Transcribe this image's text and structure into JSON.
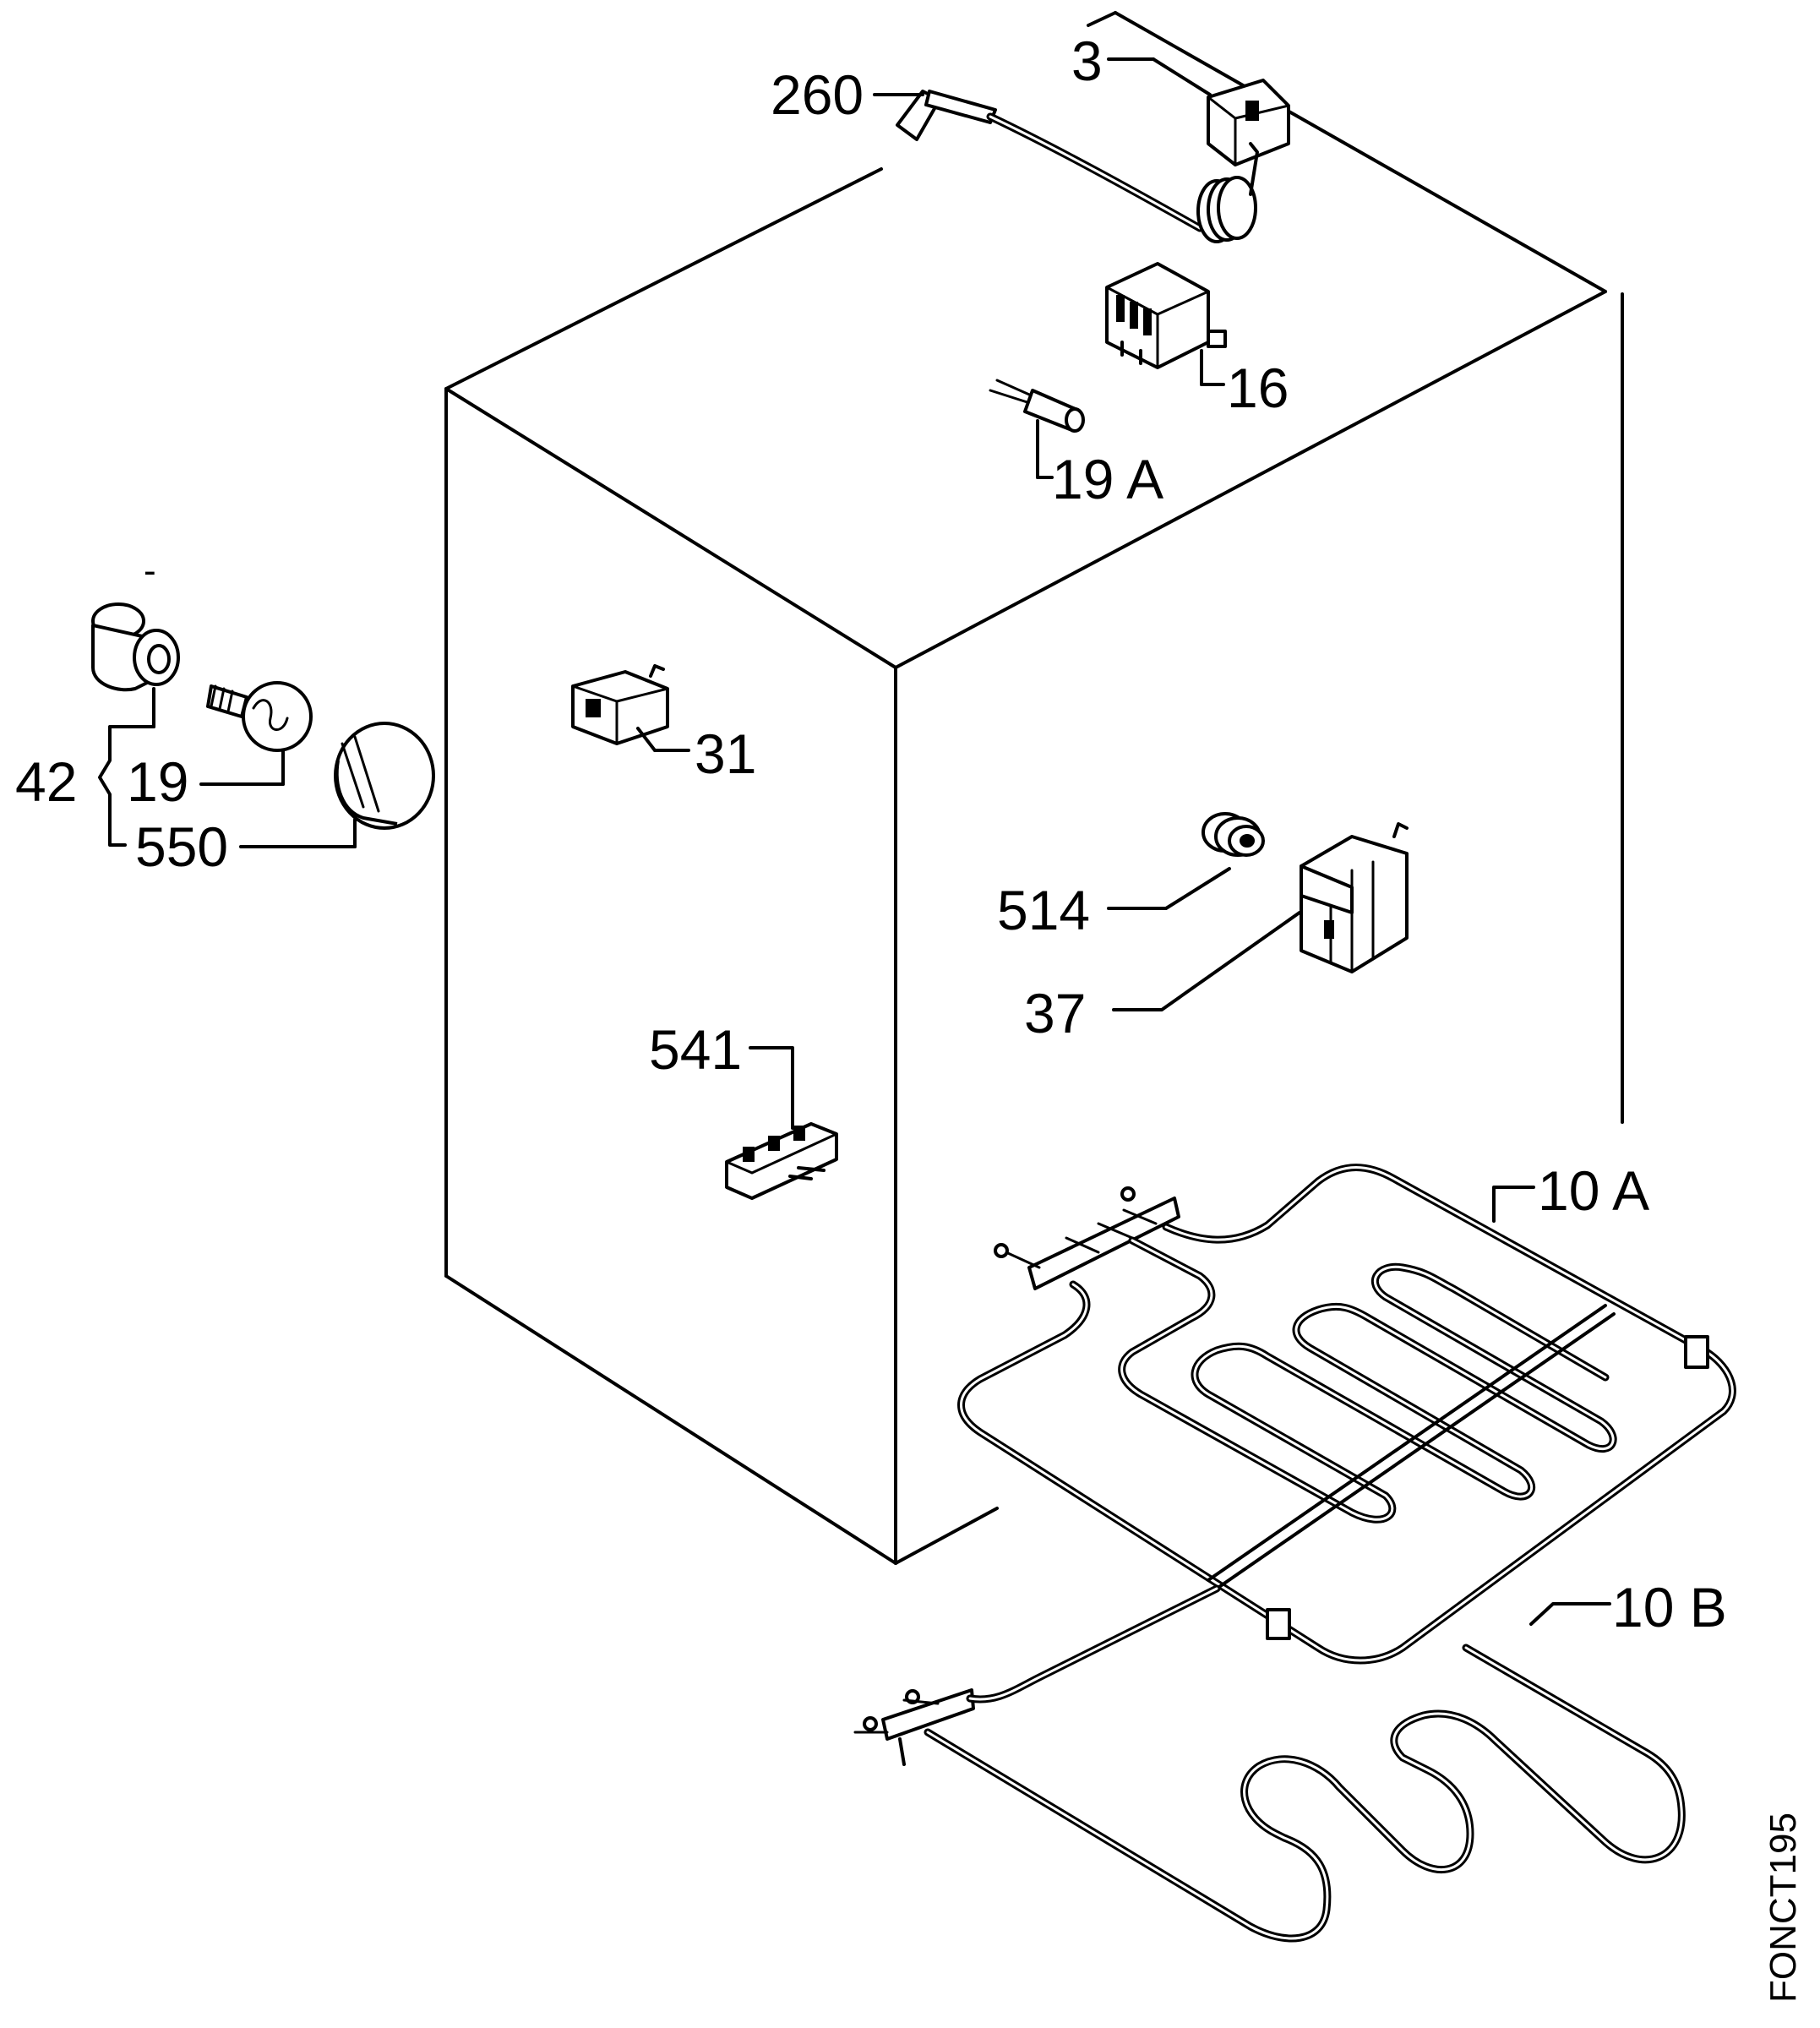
{
  "diagram": {
    "code": "FONCT195",
    "labels": {
      "p260": "260",
      "p3": "3",
      "p16": "16",
      "p19a": "19 A",
      "p31": "31",
      "p42": "42",
      "p19": "19",
      "p550": "550",
      "p514": "514",
      "p37": "37",
      "p541": "541",
      "p10a": "10 A",
      "p10b": "10 B"
    }
  }
}
